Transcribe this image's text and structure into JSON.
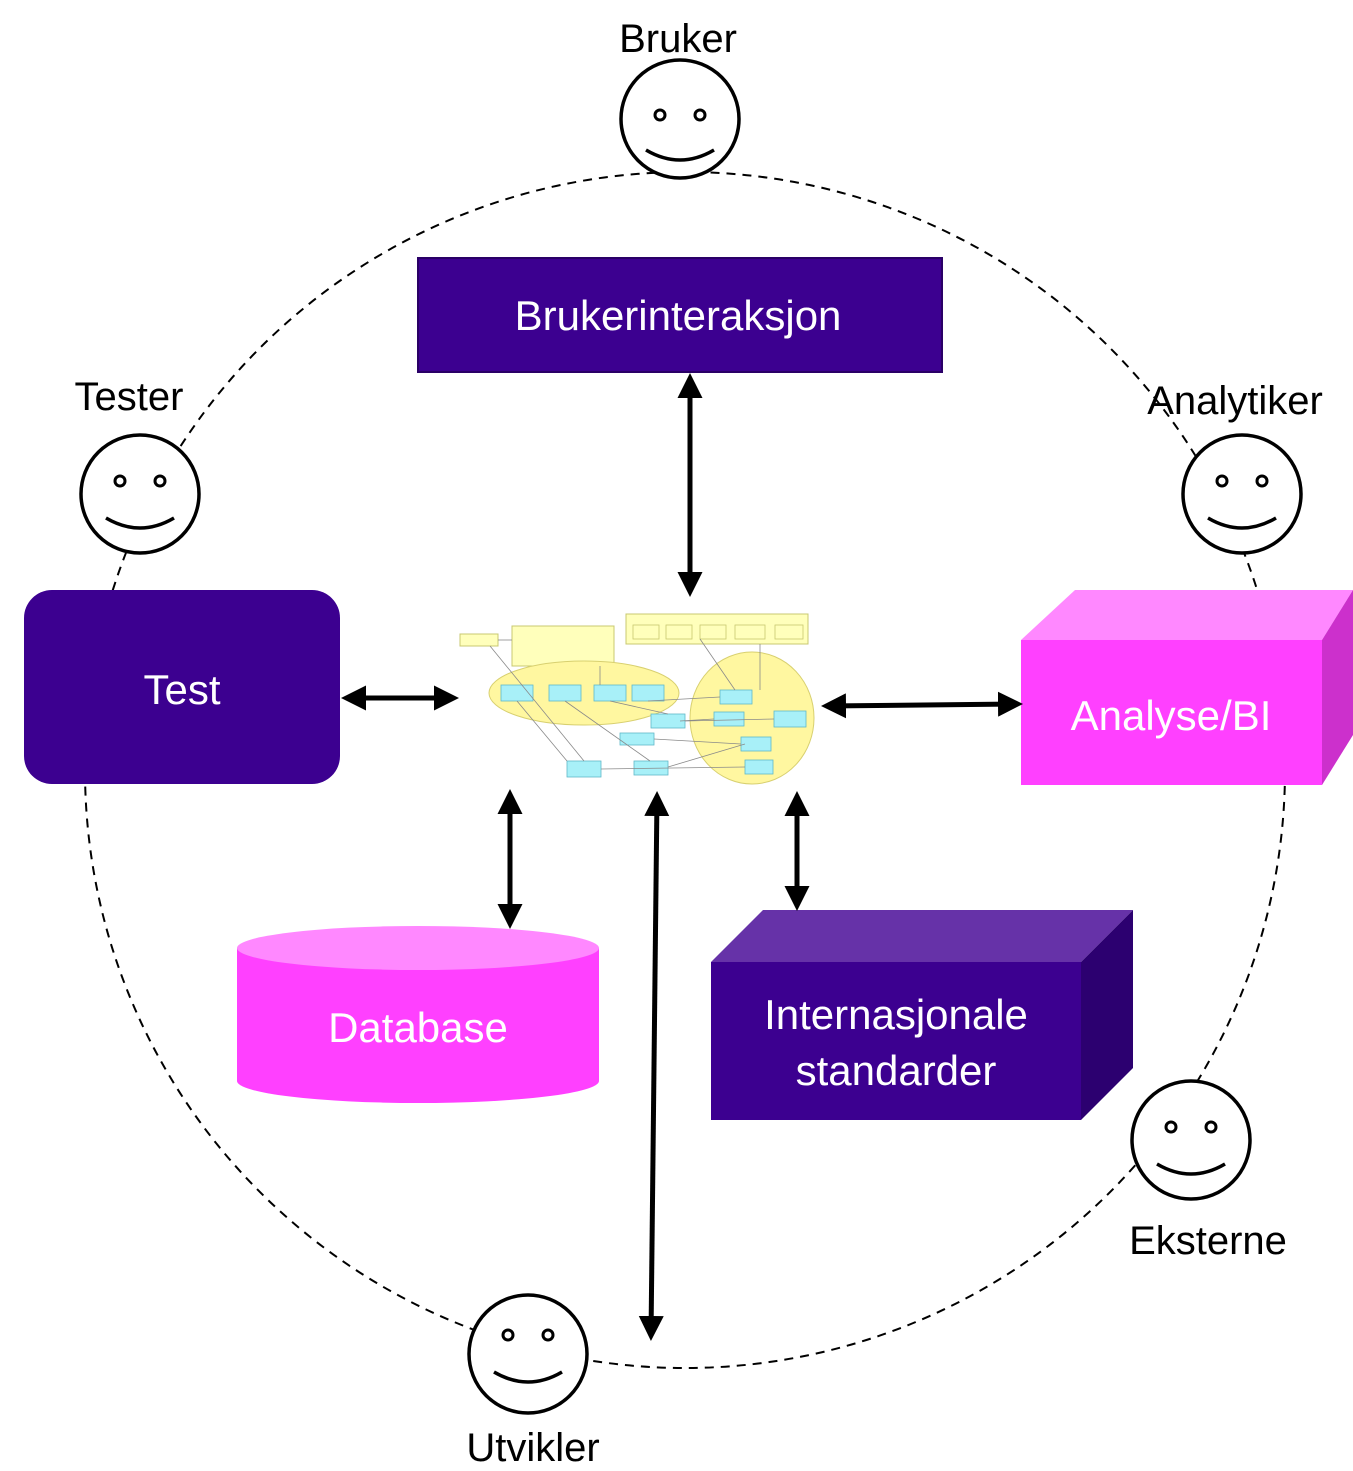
{
  "actors": {
    "bruker": "Bruker",
    "tester": "Tester",
    "analytiker": "Analytiker",
    "eksterne": "Eksterne",
    "utvikler": "Utvikler"
  },
  "boxes": {
    "brukerinteraksjon": "Brukerinteraksjon",
    "test": "Test",
    "analyse": "Analyse/BI",
    "database": "Database",
    "standarder_line1": "Internasjonale",
    "standarder_line2": "standarder"
  },
  "colors": {
    "dark_purple": "#3c0090",
    "purple_top": "#6632a8",
    "purple_side": "#2c0070",
    "magenta": "#ff40ff",
    "magenta_top": "#ff88ff",
    "magenta_side": "#cc30cc",
    "model_yellow": "#ffffbb",
    "model_cyan": "#a8f0f8"
  },
  "icons": {
    "actor": "smiley-face-icon",
    "core_model": "architecture-model-thumbnail"
  }
}
